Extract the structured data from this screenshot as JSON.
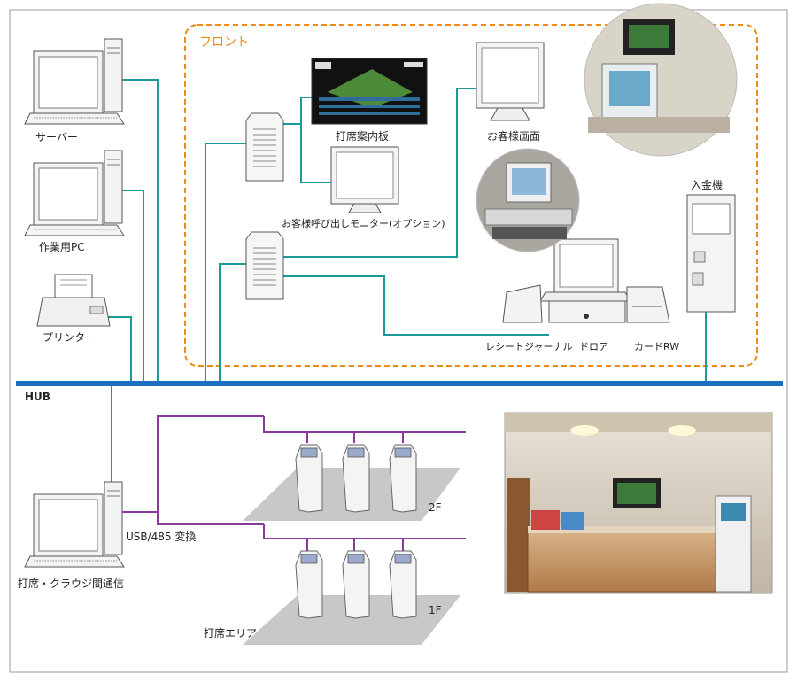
{
  "labels": {
    "front": "フロント",
    "server": "サーバー",
    "work_pc": "作業用PC",
    "printer": "プリンター",
    "seat_board": "打席案内板",
    "customer_screen": "お客様画面",
    "call_monitor": "お客様呼び出しモニター(オプション)",
    "deposit_machine": "入金機",
    "receipt_journal": "レシートジャーナル",
    "drawer": "ドロア",
    "card_rw": "カードRW",
    "hub": "HUB",
    "usb485": "USB/485 変換",
    "floor_2f": "2F",
    "floor_1f": "1F",
    "comm_pc": "打席・クラウジ間通信",
    "seat_area": "打席エリア"
  },
  "colors": {
    "network_line": "#1b9a9a",
    "hub_bar": "#1a6fbf",
    "rs485_line": "#8a3a9a",
    "front_border": "#ef8a14",
    "floor_gray": "#c8c8c8"
  }
}
